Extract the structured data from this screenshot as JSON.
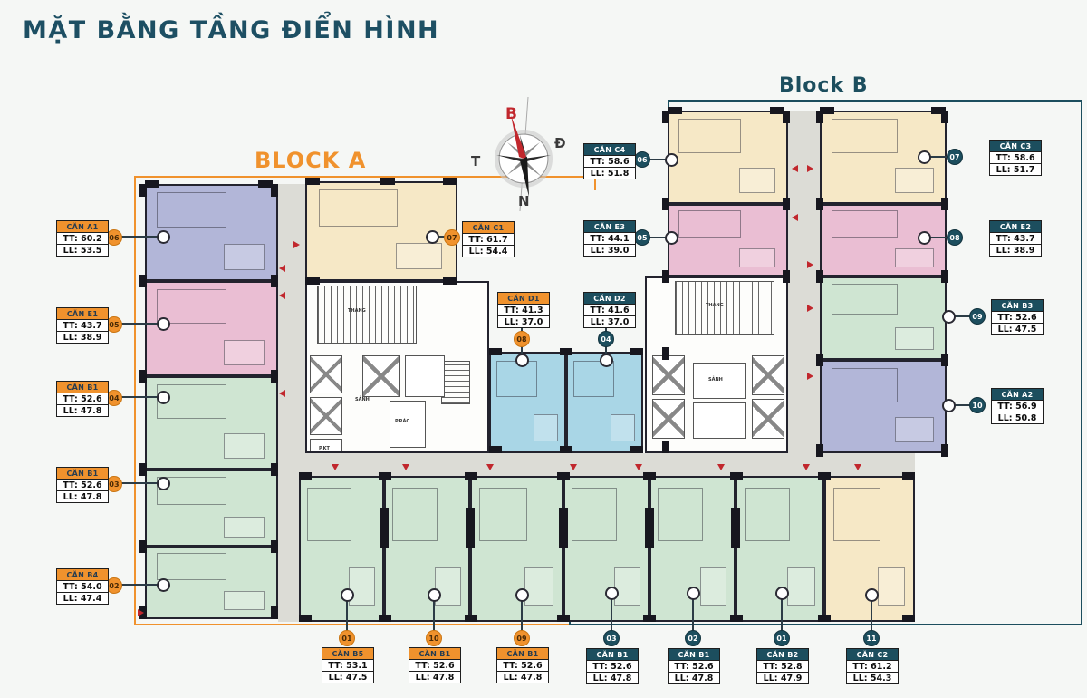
{
  "title": "MẶT BẰNG TẦNG ĐIỂN HÌNH",
  "block_a": {
    "label": "BLOCK A",
    "color": "#f0922d"
  },
  "block_b": {
    "label": "Block B",
    "color": "#1c4e5e"
  },
  "compass": {
    "north": "B",
    "east": "Đ",
    "south": "N",
    "west": "T"
  },
  "core_labels": {
    "lobby": "SẢNH",
    "stairs": "THANG",
    "tech": "P.KT",
    "trash": "P.RÁC"
  },
  "units": [
    {
      "id": "a1",
      "name": "CĂN A1",
      "tt": "TT: 60.2",
      "ll": "LL: 53.5",
      "badge": "06",
      "block": "A"
    },
    {
      "id": "e1",
      "name": "CĂN E1",
      "tt": "TT: 43.7",
      "ll": "LL: 38.9",
      "badge": "05",
      "block": "A"
    },
    {
      "id": "b1_l1",
      "name": "CĂN B1",
      "tt": "TT: 52.6",
      "ll": "LL: 47.8",
      "badge": "04",
      "block": "A"
    },
    {
      "id": "b1_l2",
      "name": "CĂN B1",
      "tt": "TT: 52.6",
      "ll": "LL: 47.8",
      "badge": "03",
      "block": "A"
    },
    {
      "id": "b4",
      "name": "CĂN B4",
      "tt": "TT: 54.0",
      "ll": "LL: 47.4",
      "badge": "02",
      "block": "A"
    },
    {
      "id": "c1",
      "name": "CĂN C1",
      "tt": "TT: 61.7",
      "ll": "LL: 54.4",
      "badge": "07",
      "block": "A"
    },
    {
      "id": "d1",
      "name": "CĂN D1",
      "tt": "TT: 41.3",
      "ll": "LL: 37.0",
      "badge": "08",
      "block": "A"
    },
    {
      "id": "d2",
      "name": "CĂN D2",
      "tt": "TT: 41.6",
      "ll": "LL: 37.0",
      "badge": "04",
      "block": "B"
    },
    {
      "id": "c4",
      "name": "CĂN C4",
      "tt": "TT: 58.6",
      "ll": "LL: 51.8",
      "badge": "06",
      "block": "B"
    },
    {
      "id": "e3",
      "name": "CĂN E3",
      "tt": "TT: 44.1",
      "ll": "LL: 39.0",
      "badge": "05",
      "block": "B"
    },
    {
      "id": "c3",
      "name": "CĂN C3",
      "tt": "TT: 58.6",
      "ll": "LL: 51.7",
      "badge": "07",
      "block": "B"
    },
    {
      "id": "e2",
      "name": "CĂN E2",
      "tt": "TT: 43.7",
      "ll": "LL: 38.9",
      "badge": "08",
      "block": "B"
    },
    {
      "id": "b3",
      "name": "CĂN B3",
      "tt": "TT: 52.6",
      "ll": "LL: 47.5",
      "badge": "09",
      "block": "B"
    },
    {
      "id": "a2",
      "name": "CĂN A2",
      "tt": "TT: 56.9",
      "ll": "LL: 50.8",
      "badge": "10",
      "block": "B"
    },
    {
      "id": "b5",
      "name": "CĂN B5",
      "tt": "TT: 53.1",
      "ll": "LL: 47.5",
      "badge": "01",
      "block": "A"
    },
    {
      "id": "b1_b1",
      "name": "CĂN B1",
      "tt": "TT: 52.6",
      "ll": "LL: 47.8",
      "badge": "10",
      "block": "A"
    },
    {
      "id": "b1_b2",
      "name": "CĂN B1",
      "tt": "TT: 52.6",
      "ll": "LL: 47.8",
      "badge": "09",
      "block": "A"
    },
    {
      "id": "b1_b3",
      "name": "CĂN B1",
      "tt": "TT: 52.6",
      "ll": "LL: 47.8",
      "badge": "03",
      "block": "B"
    },
    {
      "id": "b1_b4",
      "name": "CĂN B1",
      "tt": "TT: 52.6",
      "ll": "LL: 47.8",
      "badge": "02",
      "block": "B"
    },
    {
      "id": "b2",
      "name": "CĂN B2",
      "tt": "TT: 52.8",
      "ll": "LL: 47.9",
      "badge": "01",
      "block": "B"
    },
    {
      "id": "c2",
      "name": "CĂN C2",
      "tt": "TT: 61.2",
      "ll": "LL: 54.3",
      "badge": "11",
      "block": "B"
    }
  ]
}
